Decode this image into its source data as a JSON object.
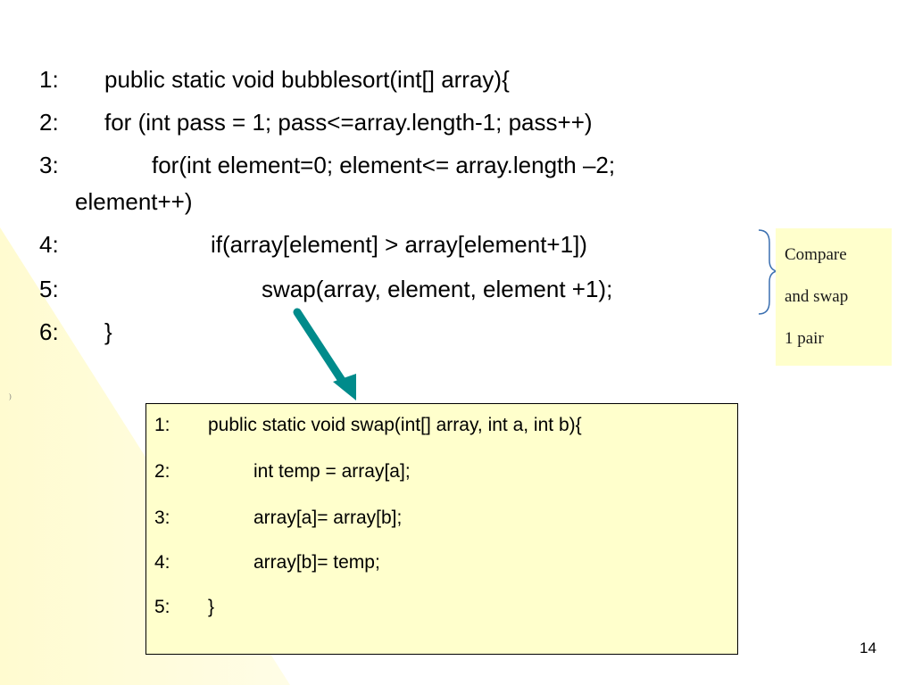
{
  "slide": {
    "page_number": "14",
    "tiny_mark": ")",
    "colors": {
      "note_background": "#ffffcc",
      "arrow": "#008b8b",
      "box_border": "#000000"
    }
  },
  "bubblesort": {
    "lines": [
      {
        "num": "1:",
        "code": "public static void bubblesort(int[] array){"
      },
      {
        "num": "2:",
        "code": "for (int pass = 1; pass<=array.length-1; pass++)"
      },
      {
        "num": "3:",
        "code": "for(int element=0; element<= array.length –2;"
      },
      {
        "num": "",
        "code": "element++)"
      },
      {
        "num": "4:",
        "code": "if(array[element] > array[element+1])"
      },
      {
        "num": "5:",
        "code": "swap(array, element, element +1);"
      },
      {
        "num": "6:",
        "code": "}"
      }
    ]
  },
  "note": {
    "lines": [
      "Compare",
      "and swap",
      "1 pair"
    ],
    "icon": "curly-brace"
  },
  "arrow": {
    "icon": "arrow-down-icon"
  },
  "swap": {
    "lines": [
      {
        "num": "1:",
        "code": "public static void swap(int[] array, int a, int b){"
      },
      {
        "num": "2:",
        "code": "int temp = array[a];"
      },
      {
        "num": "3:",
        "code": "array[a]= array[b];"
      },
      {
        "num": "4:",
        "code": "array[b]= temp;"
      },
      {
        "num": "5:",
        "code": "}"
      }
    ]
  }
}
